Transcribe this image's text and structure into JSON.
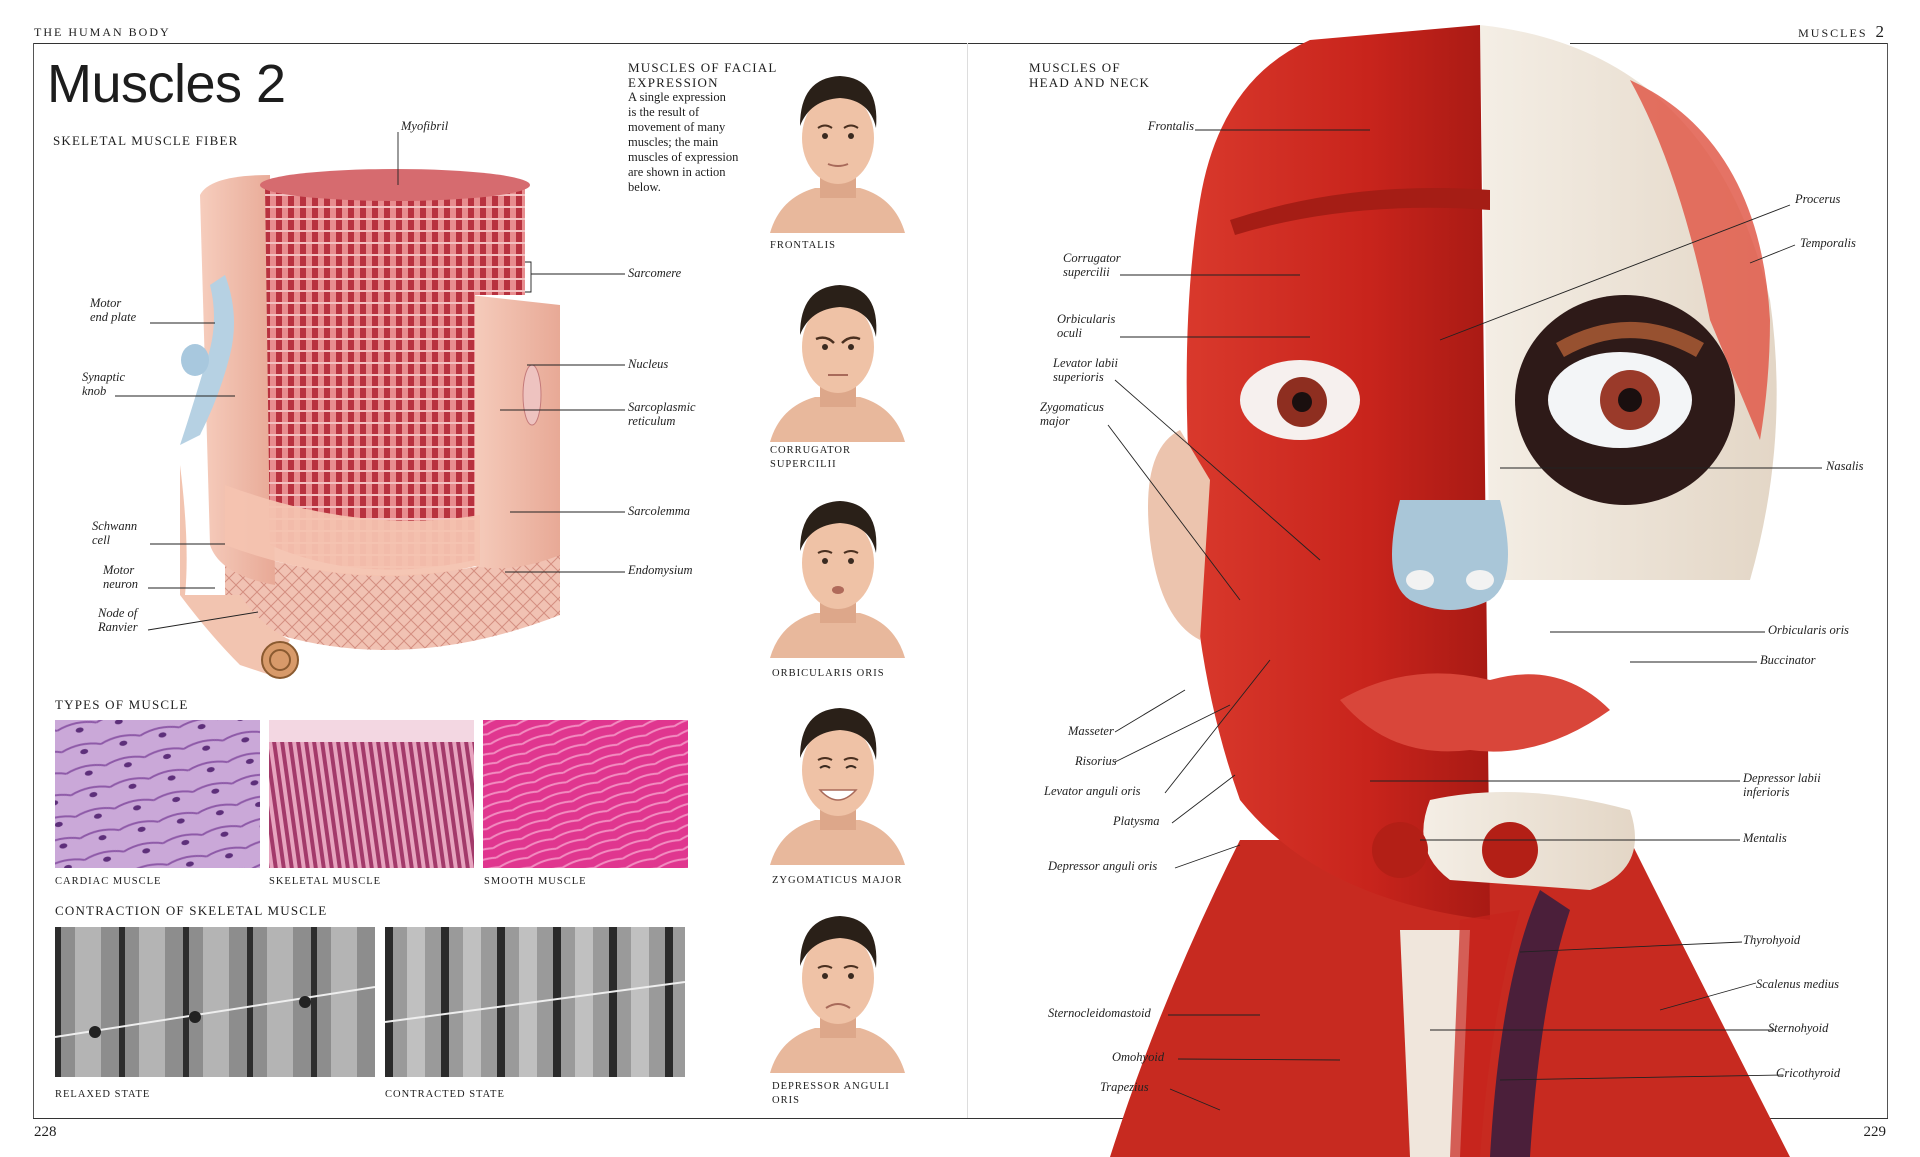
{
  "header": {
    "left_running_head": "THE HUMAN BODY",
    "right_running_head": "MUSCLES",
    "right_running_num": "2"
  },
  "page_title": "Muscles 2",
  "page_numbers": {
    "left": "228",
    "right": "229"
  },
  "fiber": {
    "heading": "SKELETAL MUSCLE FIBER",
    "labels": {
      "myofibril": "Myofibril",
      "sarcomere": "Sarcomere",
      "nucleus": "Nucleus",
      "sarcoplasmic_1": "Sarcoplasmic",
      "sarcoplasmic_2": "reticulum",
      "sarcolemma": "Sarcolemma",
      "endomysium": "Endomysium",
      "motor_end_1": "Motor",
      "motor_end_2": "end plate",
      "synaptic_1": "Synaptic",
      "synaptic_2": "knob",
      "schwann_1": "Schwann",
      "schwann_2": "cell",
      "motor_neuron_1": "Motor",
      "motor_neuron_2": "neuron",
      "node_1": "Node of",
      "node_2": "Ranvier"
    }
  },
  "types": {
    "heading": "TYPES OF MUSCLE",
    "items": [
      "CARDIAC MUSCLE",
      "SKELETAL MUSCLE",
      "SMOOTH MUSCLE"
    ]
  },
  "contraction": {
    "heading": "CONTRACTION OF SKELETAL MUSCLE",
    "items": [
      "RELAXED STATE",
      "CONTRACTED STATE"
    ]
  },
  "facial": {
    "heading_1": "MUSCLES OF FACIAL",
    "heading_2": "EXPRESSION",
    "intro": [
      "A single expression",
      "is the result of",
      "movement of many",
      "muscles; the main",
      "muscles of expression",
      "are shown in action",
      "below."
    ],
    "faces": [
      {
        "caption_1": "FRONTALIS",
        "caption_2": ""
      },
      {
        "caption_1": "CORRUGATOR",
        "caption_2": "SUPERCILII"
      },
      {
        "caption_1": "ORBICULARIS ORIS",
        "caption_2": ""
      },
      {
        "caption_1": "ZYGOMATICUS MAJOR",
        "caption_2": ""
      },
      {
        "caption_1": "DEPRESSOR ANGULI",
        "caption_2": "ORIS"
      }
    ]
  },
  "head": {
    "heading_1": "MUSCLES OF",
    "heading_2": "HEAD AND NECK",
    "left_labels": {
      "frontalis": "Frontalis",
      "corrugator_1": "Corrugator",
      "corrugator_2": "supercilii",
      "orbicularis_oculi_1": "Orbicularis",
      "orbicularis_oculi_2": "oculi",
      "levator_labii_1": "Levator labii",
      "levator_labii_2": "superioris",
      "zygomaticus_1": "Zygomaticus",
      "zygomaticus_2": "major",
      "masseter": "Masseter",
      "risorius": "Risorius",
      "levator_anguli": "Levator anguli oris",
      "platysma": "Platysma",
      "depressor_anguli": "Depressor anguli oris",
      "sternocleidomastoid": "Sternocleidomastoid",
      "omohyoid": "Omohyoid",
      "trapezius": "Trapezius"
    },
    "right_labels": {
      "procerus": "Procerus",
      "temporalis": "Temporalis",
      "nasalis": "Nasalis",
      "orbicularis_oris": "Orbicularis oris",
      "buccinator": "Buccinator",
      "depressor_labii_1": "Depressor labii",
      "depressor_labii_2": "inferioris",
      "mentalis": "Mentalis",
      "thyrohyoid": "Thyrohyoid",
      "scalenus": "Scalenus medius",
      "sternohyoid": "Sternohyoid",
      "cricothyroid": "Cricothyroid"
    }
  },
  "colors": {
    "muscle_red": "#c8241c",
    "muscle_light": "#e45a4a",
    "skin": "#f1c9b2",
    "bone": "#f3ece2",
    "cardiac_stain": "#b991c9",
    "smooth_stain": "#e0368f"
  }
}
